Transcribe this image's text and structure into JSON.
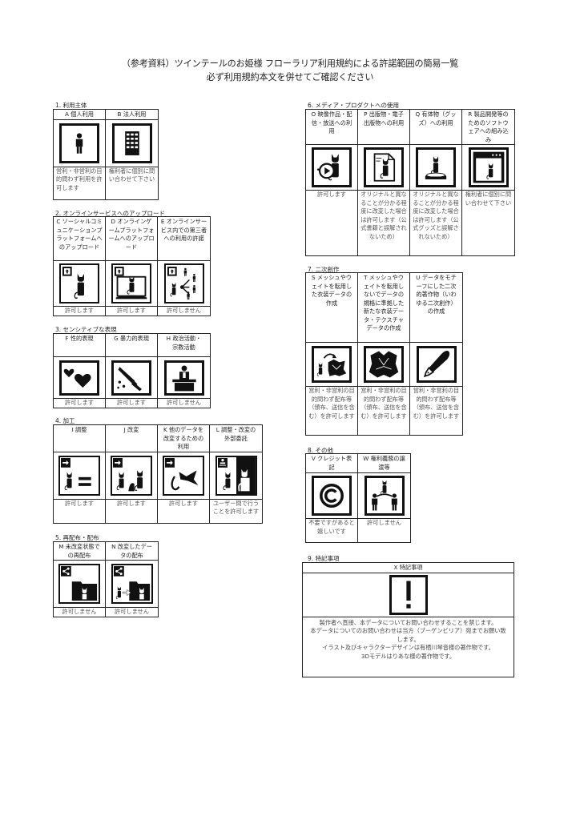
{
  "title": {
    "line1": "（参考資料）ツインテールのお姫様 フローラリア利用規約による許諾範囲の簡易一覧",
    "line2": "必ず利用規約本文を併せてご確認ください"
  },
  "sections": [
    {
      "label": "1. 利用主体",
      "items": [
        {
          "header": "A 個人利用",
          "icon": "person-icon",
          "text": "営利・非営利の目的問わず利用を許可します"
        },
        {
          "header": "B 法人利用",
          "icon": "building-icon",
          "text": "権利者に個別に問い合わせて下さい"
        }
      ]
    },
    {
      "label": "2. オンラインサービスへのアップロード",
      "items": [
        {
          "header": "C ソーシャルコミュニケーションプラットフォームへのアップロード",
          "icon": "upload-social-icon",
          "text": "許可します"
        },
        {
          "header": "D オンラインゲームプラットフォームへのアップロード",
          "icon": "upload-game-icon",
          "text": "許可します"
        },
        {
          "header": "E オンラインサービス内での第三者への利用の許諾",
          "icon": "share-third-party-icon",
          "text": "許可しません"
        }
      ]
    },
    {
      "label": "3. センシティブな表現",
      "items": [
        {
          "header": "F 性的表現",
          "icon": "hearts-icon",
          "text": "許可します"
        },
        {
          "header": "G 暴力的表現",
          "icon": "knife-icon",
          "text": "許可します"
        },
        {
          "header": "H 政治活動・宗教活動",
          "icon": "podium-icon",
          "text": "許可しません"
        }
      ]
    },
    {
      "label": "4. 加工",
      "items": [
        {
          "header": "I 調整",
          "icon": "adjust-icon",
          "text": "許可します"
        },
        {
          "header": "J 改変",
          "icon": "modify-icon",
          "text": "許可します"
        },
        {
          "header": "K 他のデータを改変するための利用",
          "icon": "use-for-other-data-icon",
          "text": "許可します"
        },
        {
          "header": "L 調整・改変の外部委託",
          "icon": "outsource-icon",
          "text": "ユーザー間で行うことを許可します"
        }
      ]
    },
    {
      "label": "5. 再配布・配布",
      "items": [
        {
          "header": "M 未改変状態での再配布",
          "icon": "redistribute-icon",
          "text": "許可しません"
        },
        {
          "header": "N 改変したデータの配布",
          "icon": "distribute-modified-icon",
          "text": "許可しません"
        }
      ]
    },
    {
      "label": "6. メディア・プロダクトへの使用",
      "items": [
        {
          "header": "O 映像作品・配信・放送への利用",
          "icon": "video-icon",
          "text": "許可します"
        },
        {
          "header": "P 出版物・電子出版物への利用",
          "icon": "publication-icon",
          "text": "オリジナルと異なることが分かる程度に改変した場合は許可します（公式書籍と誤解されないため）"
        },
        {
          "header": "Q 有体物（グッズ）への利用",
          "icon": "figure-goods-icon",
          "text": "オリジナルと異なることが分かる程度に改変した場合は許可します（公式グッズと誤解されないため）"
        },
        {
          "header": "R 製品開発等のためのソフトウェアへの組み込み",
          "icon": "software-window-icon",
          "text": "権利者に個別に問い合わせて下さい"
        }
      ]
    },
    {
      "label": "7. 二次創作",
      "items": [
        {
          "header": "S メッシュやウェイトを転用した衣装データの作成",
          "icon": "mesh-transfer-icon",
          "text": "営利・非営利の目的問わず配布等（頒布、送信を含む）を許可します"
        },
        {
          "header": "T メッシュやウェイトを転用しないでデータの規格に準拠した新たな衣装データ・テクスチャデータの作成",
          "icon": "new-outfit-icon",
          "text": "営利・非営利の目的問わず配布等（頒布、送信を含む）を許可します"
        },
        {
          "header": "U データをモチーフにした二次的著作物（いわゆる二次創作）の作成",
          "icon": "pen-nib-icon",
          "text": "営利・非営利の目的問わず配布等（頒布、送信を含む）を許可します"
        }
      ]
    },
    {
      "label": "8. その他",
      "items": [
        {
          "header": "V クレジット表記",
          "icon": "copyright-icon",
          "text": "不要ですがあると嬉しいです"
        },
        {
          "header": "W 権利義務の譲渡等",
          "icon": "transfer-rights-icon",
          "text": "許可しません"
        }
      ]
    },
    {
      "label": "9. 特記事項",
      "items": [
        {
          "header": "X 特記事項",
          "icon": "exclamation-icon",
          "lines": [
            "製作者へ直接、本データについてお問い合わせすることを禁じます。",
            "本データについてのお問い合わせは当方（ブーゲンビリア）宛までお願い致します。",
            "イラスト及びキャラクターデザインは有栖川琴音様の著作物です。",
            "3Dモデルはりあな様の著作物です。"
          ]
        }
      ]
    }
  ]
}
